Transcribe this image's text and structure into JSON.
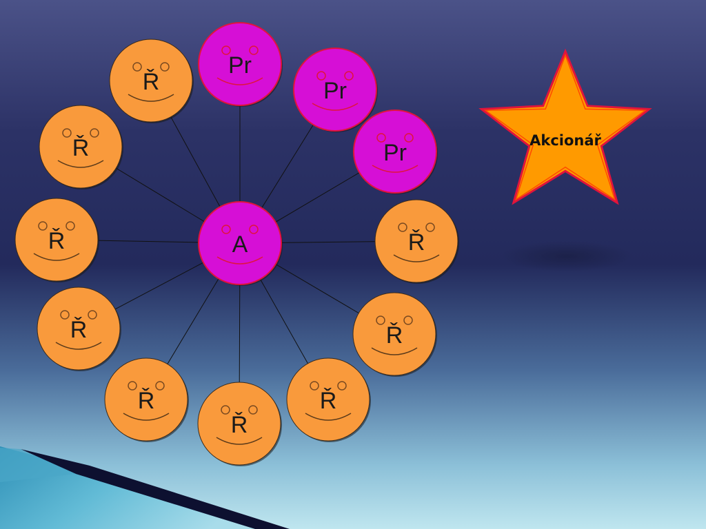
{
  "center": {
    "label": "A"
  },
  "outer": [
    {
      "label": "Pr"
    },
    {
      "label": "Pr"
    },
    {
      "label": "Pr"
    },
    {
      "label": "Ř"
    },
    {
      "label": "Ř"
    },
    {
      "label": "Ř"
    },
    {
      "label": "Ř"
    },
    {
      "label": "Ř"
    },
    {
      "label": "Ř"
    },
    {
      "label": "Ř"
    },
    {
      "label": "Ř"
    },
    {
      "label": "Ř"
    }
  ],
  "star": {
    "label": "Akcionář"
  },
  "colors": {
    "orange": "#f99a3c",
    "magenta": "#d60fd6",
    "red": "#e0143c",
    "star_fill": "#ff9a00"
  }
}
